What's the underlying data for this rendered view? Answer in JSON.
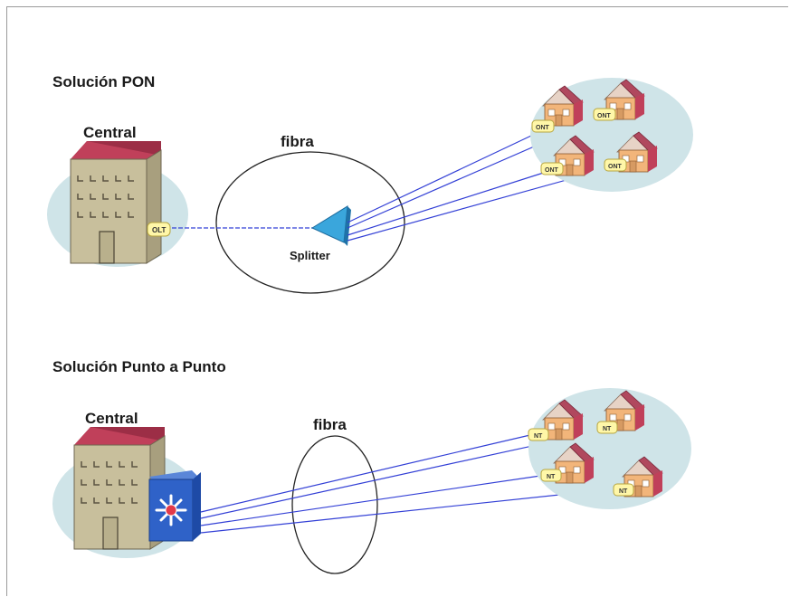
{
  "pon": {
    "title": "Solución PON",
    "central_label": "Central",
    "fiber_label": "fibra",
    "splitter_label": "Splitter",
    "olt_tag": "OLT",
    "ont_tag": "ONT"
  },
  "p2p": {
    "title": "Solución Punto a Punto",
    "central_label": "Central",
    "fiber_label": "fibra",
    "nt_tag": "NT"
  },
  "colors": {
    "fiber_line": "#3340d6",
    "cloud": "#cfe4e8",
    "roof": "#c0405a",
    "building": "#c8bf9c",
    "house_wall": "#f2b57a",
    "switch": "#2f62c8",
    "tag": "#fff7a8"
  }
}
